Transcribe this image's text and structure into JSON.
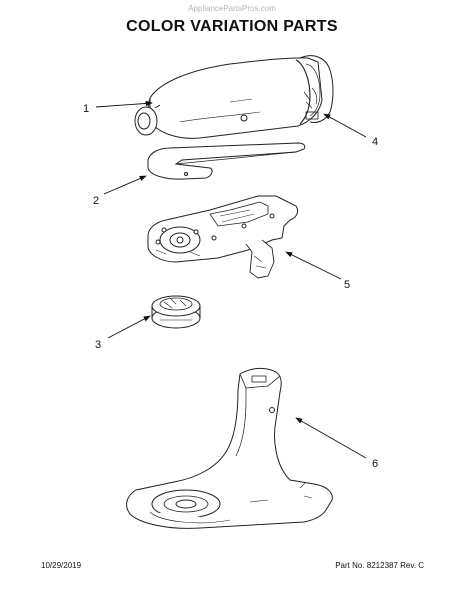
{
  "header": {
    "watermark": "AppliancePartsPros.com",
    "title": "COLOR VARIATION PARTS"
  },
  "callouts": [
    "1",
    "2",
    "3",
    "4",
    "5",
    "6"
  ],
  "footer": {
    "date": "10/29/2019",
    "part_info": "Part No. 8212387  Rev. C"
  }
}
